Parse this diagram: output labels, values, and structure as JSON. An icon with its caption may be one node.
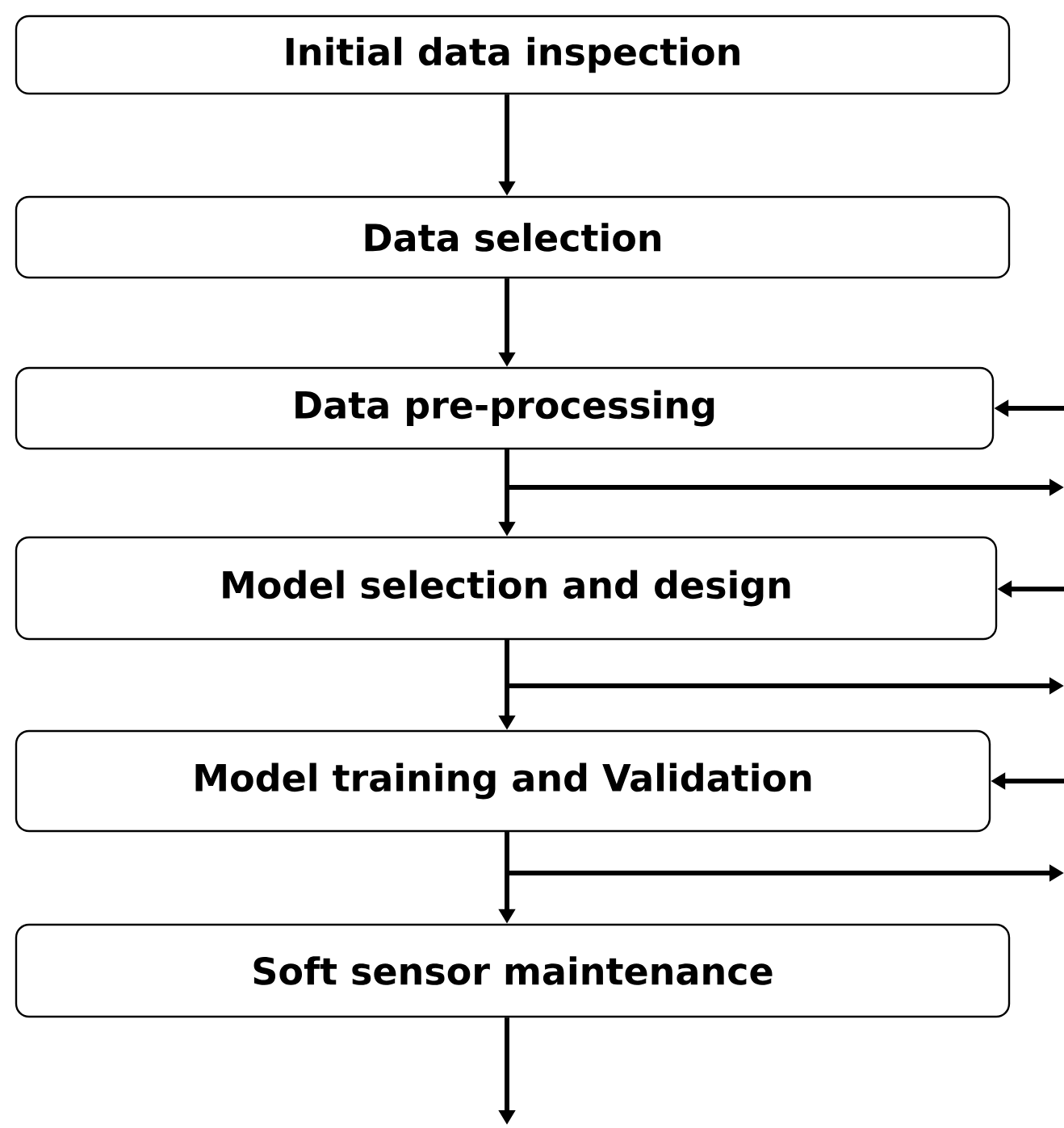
{
  "diagram": {
    "nodes": [
      {
        "text": [
          "Initial data inspection"
        ]
      },
      {
        "text": [
          "Data selection"
        ]
      },
      {
        "text": [
          "Data pre-processing"
        ]
      },
      {
        "text": [
          "Model selection and design"
        ]
      },
      {
        "text": [
          "Model training and Validation"
        ]
      },
      {
        "text": [
          "Soft sensor maintenance"
        ]
      }
    ],
    "edges": [
      {
        "from": 0,
        "to": 1,
        "arrow": "to"
      },
      {
        "from": 1,
        "to": 2,
        "arrow": "to"
      },
      {
        "from": 2,
        "to": 3,
        "arrow": "to"
      },
      {
        "from": 3,
        "to": 4,
        "arrow": "to"
      },
      {
        "from": 4,
        "to": 5,
        "arrow": "to"
      },
      {
        "from": 5,
        "to": null,
        "arrow": "to"
      },
      {
        "from": null,
        "to": 2,
        "arrow": "to"
      },
      {
        "from": 2,
        "to": null,
        "arrow": "to"
      },
      {
        "from": null,
        "to": 3,
        "arrow": "to"
      },
      {
        "from": 3,
        "to": null,
        "arrow": "to"
      },
      {
        "from": null,
        "to": 4,
        "arrow": "to"
      },
      {
        "from": 4,
        "to": null,
        "arrow": "to"
      }
    ]
  }
}
